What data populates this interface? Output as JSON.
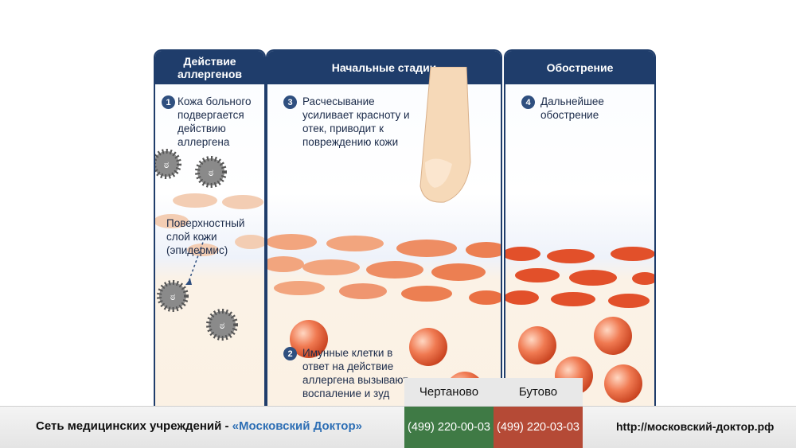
{
  "panels": [
    {
      "title": "Действие аллергенов"
    },
    {
      "title": "Начальные стадии"
    },
    {
      "title": "Обострение"
    }
  ],
  "steps": [
    {
      "num": "1",
      "text": "Кожа больного подвергается действию аллергена"
    },
    {
      "num": "3",
      "text": "Расчесывание усиливает красноту и отек, приводит к повреждению кожи"
    },
    {
      "num": "4",
      "text": "Дальнейшее обострение"
    },
    {
      "num": "2",
      "text": "Имунные клетки в ответ на действие аллергена вызывают воспаление и зуд"
    }
  ],
  "labels": {
    "epidermis": "Поверхностный слой кожи (эпидермис)"
  },
  "footer": {
    "brand_prefix": "Сеть медицинских учреждений - ",
    "brand_name": "«Московский Доктор»",
    "branches": [
      {
        "name": "Чертаново",
        "phone": "(499) 220-00-03"
      },
      {
        "name": "Бутово",
        "phone": "(499) 220-03-03"
      }
    ],
    "url": "http://московский-доктор.рф"
  },
  "colors": {
    "header": "#1f3d6b",
    "cell": "#f0b89a",
    "cell_inflamed": "#e8562f",
    "immune": "#e05a35",
    "phone_green": "#3f7a45",
    "phone_red": "#b54a36"
  }
}
